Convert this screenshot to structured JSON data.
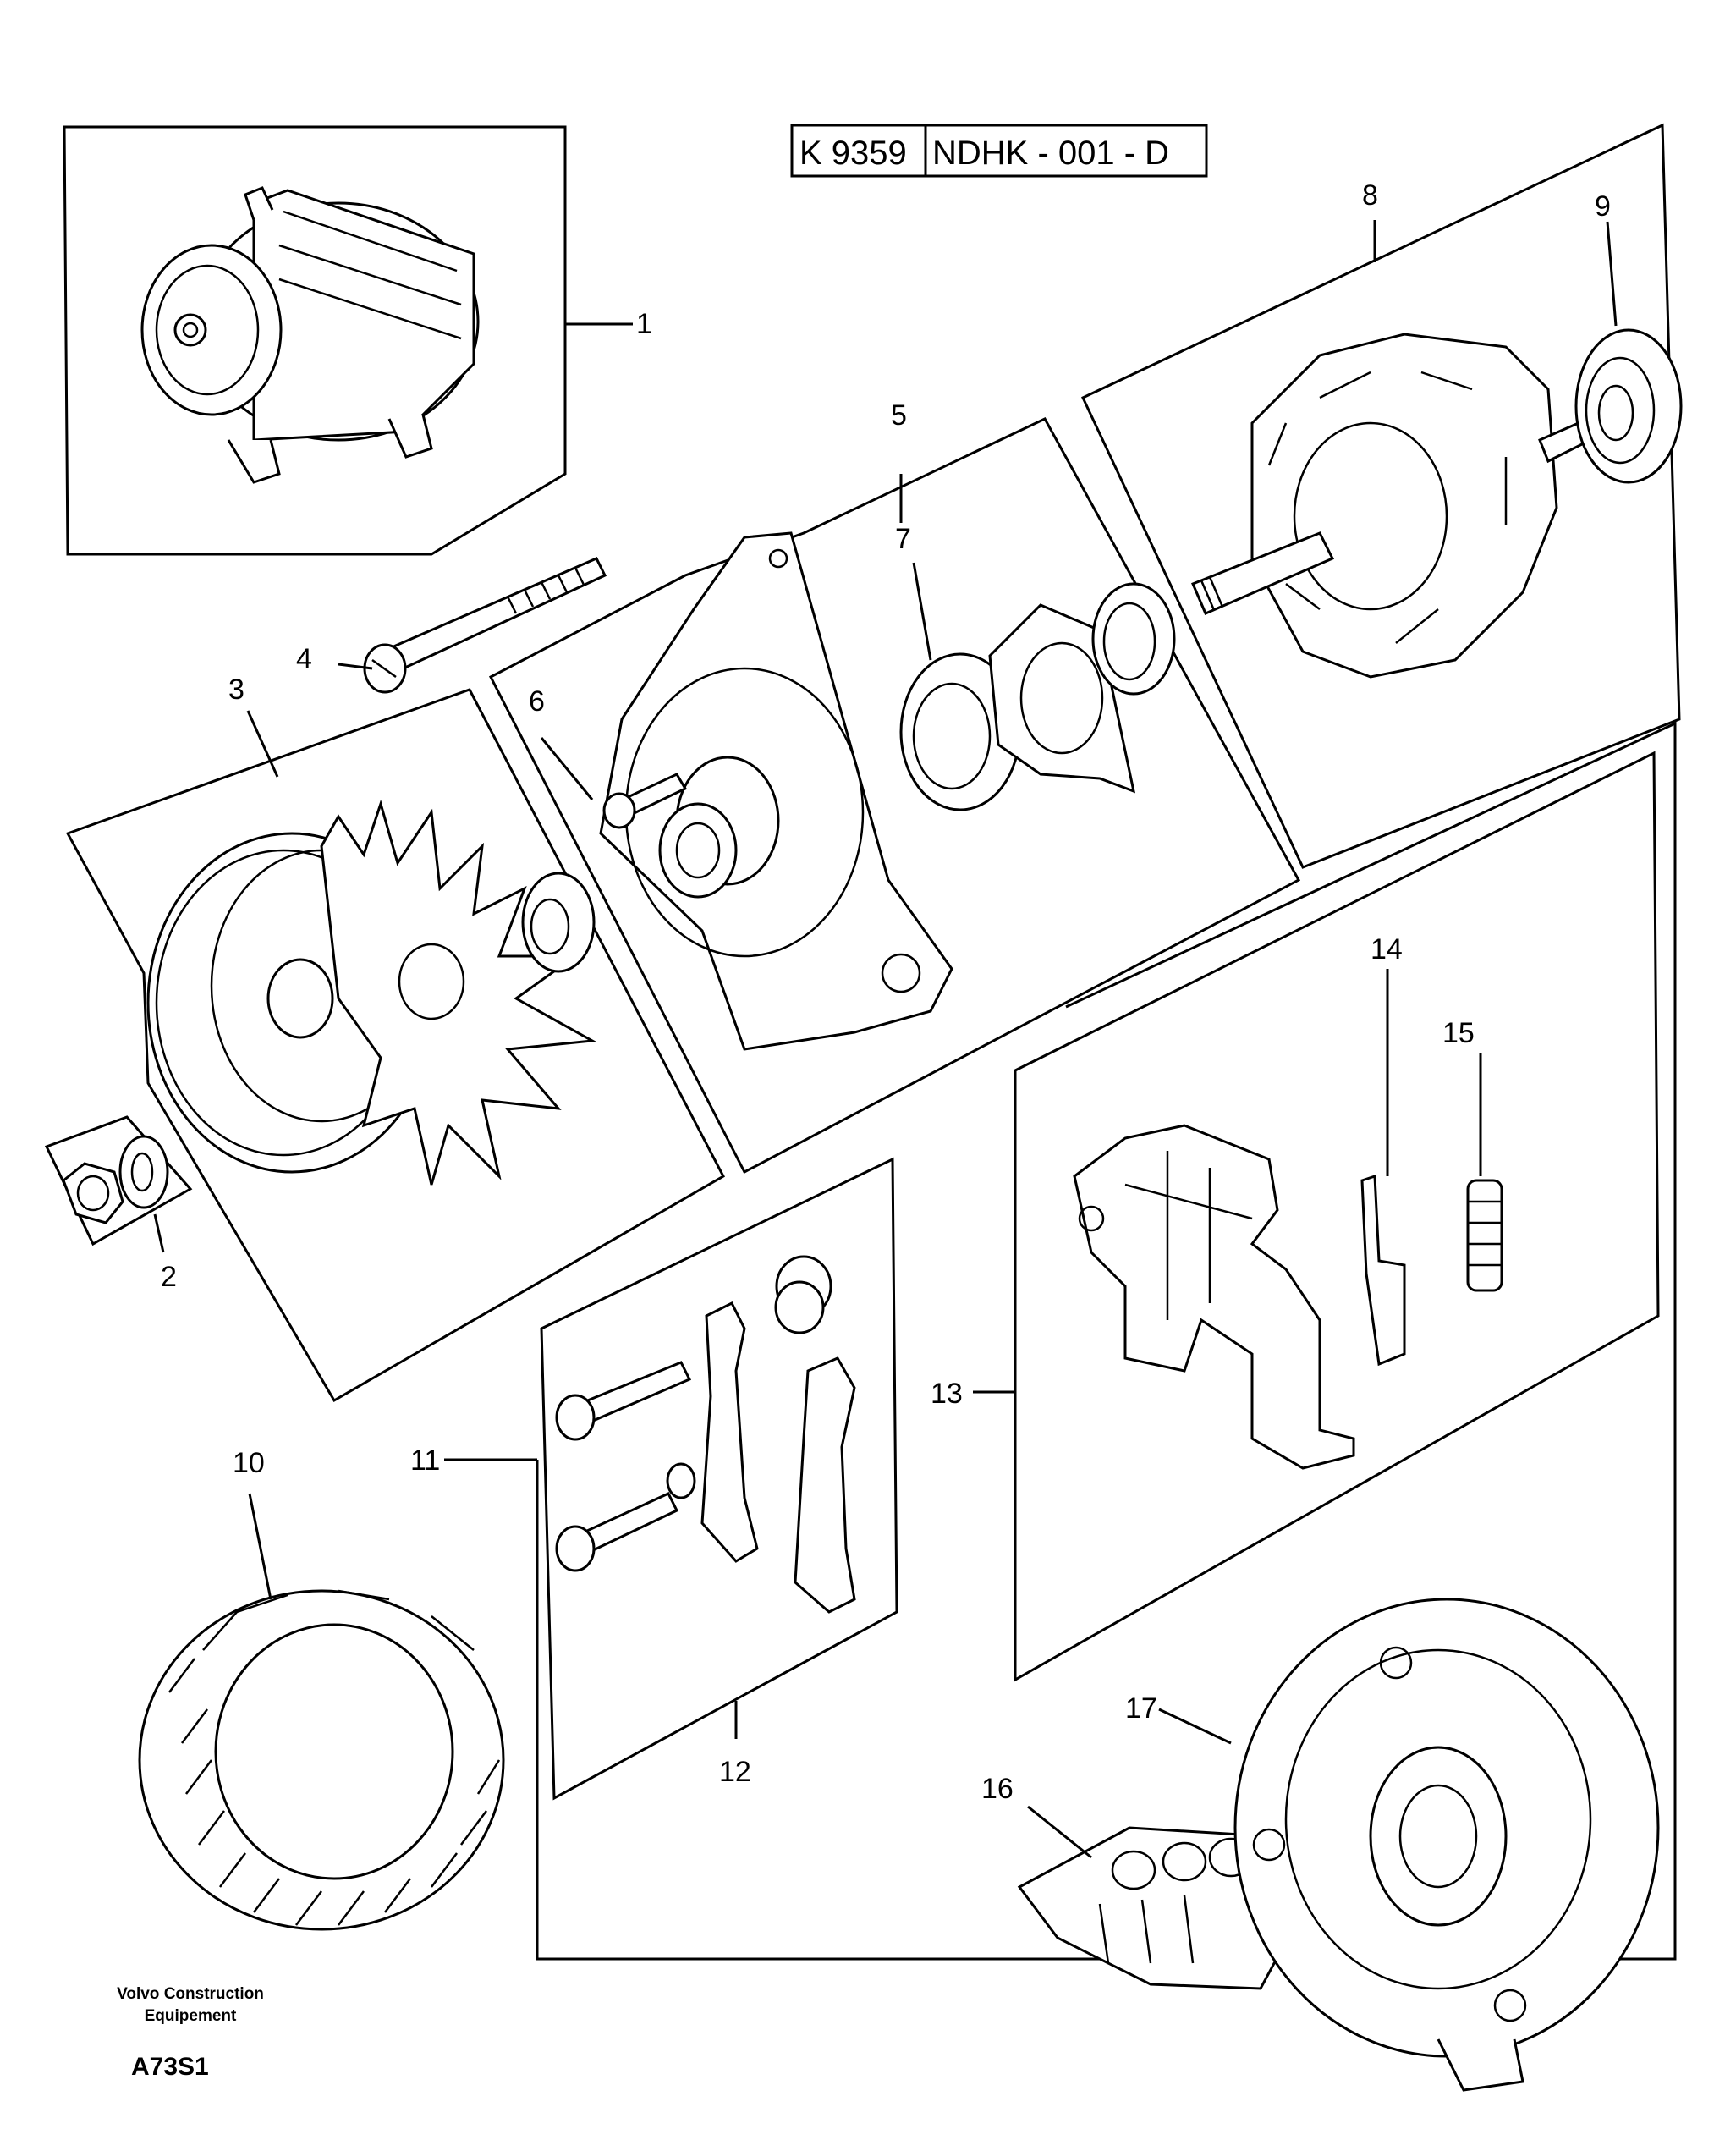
{
  "header": {
    "part_code": "K 9359",
    "drawing_code": "NDHK - 001 - D"
  },
  "callouts": [
    {
      "id": "1",
      "text": "1"
    },
    {
      "id": "2",
      "text": "2"
    },
    {
      "id": "3",
      "text": "3"
    },
    {
      "id": "4",
      "text": "4"
    },
    {
      "id": "5",
      "text": "5"
    },
    {
      "id": "6",
      "text": "6"
    },
    {
      "id": "7",
      "text": "7"
    },
    {
      "id": "8",
      "text": "8"
    },
    {
      "id": "9",
      "text": "9"
    },
    {
      "id": "10",
      "text": "10"
    },
    {
      "id": "11",
      "text": "11"
    },
    {
      "id": "12",
      "text": "12"
    },
    {
      "id": "13",
      "text": "13"
    },
    {
      "id": "14",
      "text": "14"
    },
    {
      "id": "15",
      "text": "15"
    },
    {
      "id": "16",
      "text": "16"
    },
    {
      "id": "17",
      "text": "17"
    }
  ],
  "footer": {
    "credit_line1": "Volvo Construction",
    "credit_line2": "Equipement",
    "figure_code": "A73S1"
  }
}
